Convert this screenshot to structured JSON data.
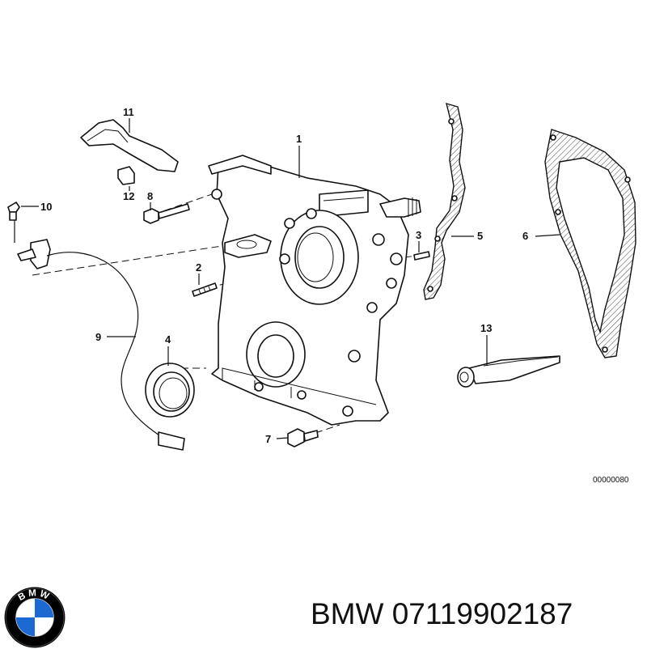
{
  "diagram": {
    "callouts": {
      "p1": "1",
      "p2": "2",
      "p3": "3",
      "p4": "4",
      "p5": "5",
      "p6": "6",
      "p7": "7",
      "p8": "8",
      "p9": "9",
      "p10": "10",
      "p11": "11",
      "p12": "12",
      "p13": "13"
    },
    "reference_code": "00000080"
  },
  "caption": {
    "brand": "BMW",
    "part_number": "07119902187"
  },
  "logo": {
    "letters": "BMW",
    "colors": {
      "blue": "#1c69d4",
      "white": "#ffffff",
      "ring": "#000000"
    }
  }
}
